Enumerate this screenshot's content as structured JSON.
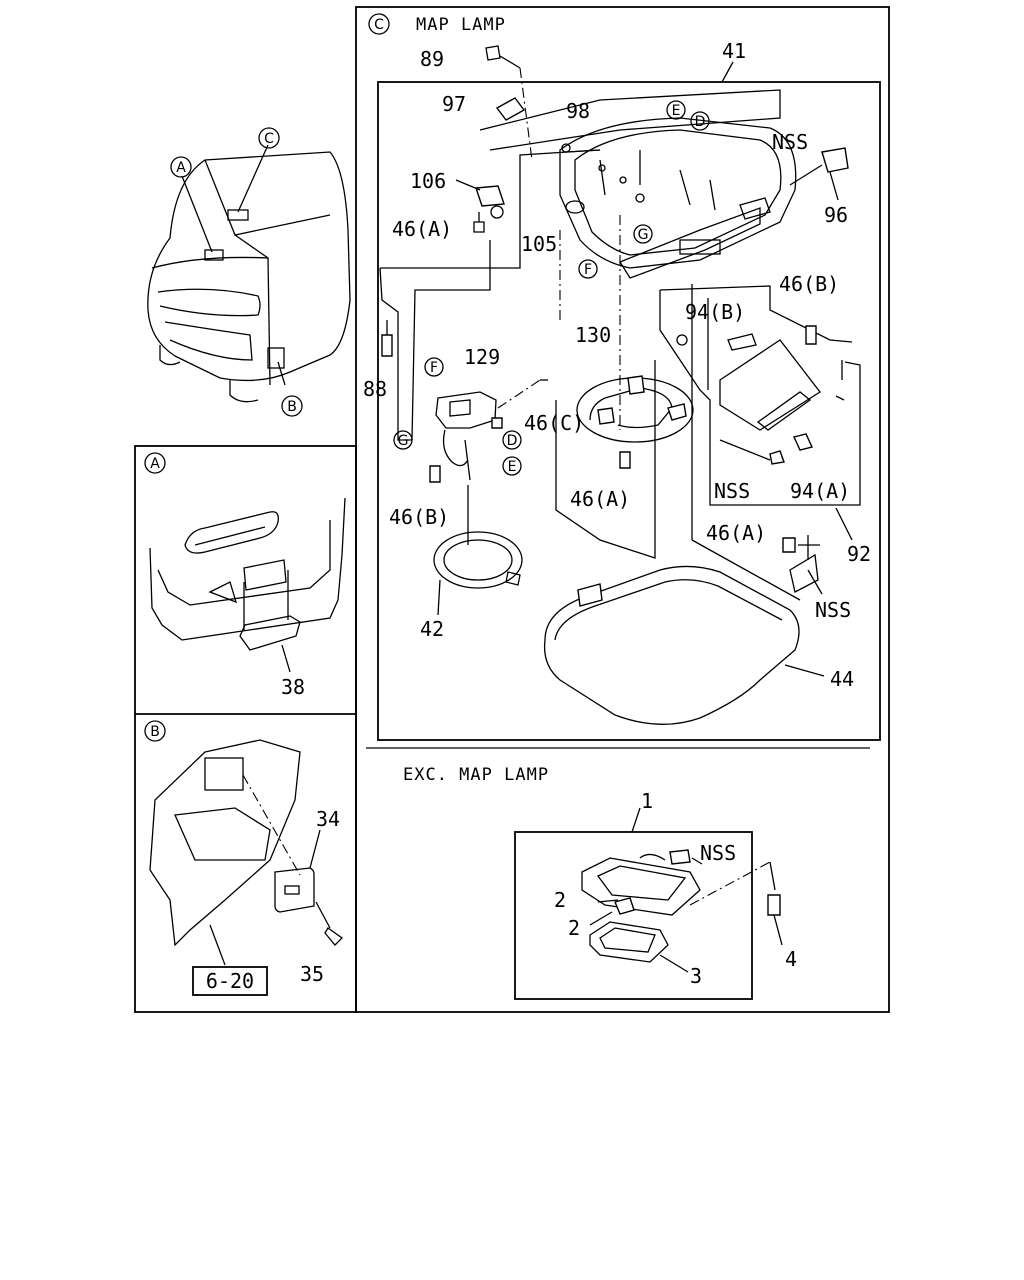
{
  "sections": {
    "c_title": "MAP LAMP",
    "exc_title": "EXC. MAP LAMP"
  },
  "callouts": {
    "a": "A",
    "b": "B",
    "c": "C",
    "d": "D",
    "e": "E",
    "f": "F",
    "g": "G"
  },
  "labels": {
    "p89": "89",
    "p41": "41",
    "p97": "97",
    "p98": "98",
    "nss_top": "NSS",
    "p106": "106",
    "p96": "96",
    "p46a_top": "46(A)",
    "p105": "105",
    "p46b_right": "46(B)",
    "p94b": "94(B)",
    "p88": "88",
    "p130": "130",
    "p129": "129",
    "p46c": "46(C)",
    "p46a_mid": "46(A)",
    "nss_mid": "NSS",
    "p94a": "94(A)",
    "p46b_left": "46(B)",
    "p46a_bot": "46(A)",
    "p92": "92",
    "nss_bot": "NSS",
    "p42": "42",
    "p44": "44",
    "p38": "38",
    "p34": "34",
    "p35": "35",
    "ref": "6-20",
    "p1": "1",
    "nss_exc": "NSS",
    "p2a": "2",
    "p2b": "2",
    "p3": "3",
    "p4": "4"
  }
}
